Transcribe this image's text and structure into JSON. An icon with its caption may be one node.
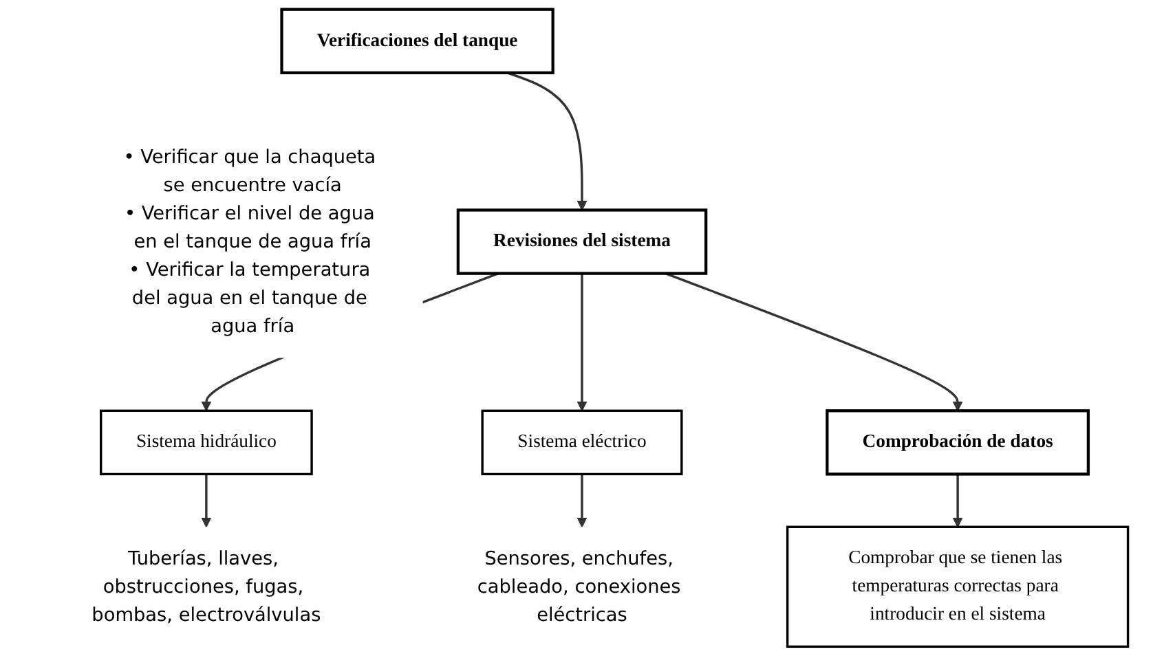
{
  "diagram": {
    "nodes": [
      {
        "text": [
          "Verificaciones del tanque"
        ],
        "beside": [
          "• Verificar que la chaqueta se encuentre vacía",
          "• Verificar el nivel de agua en el tanque de agua fría",
          "• Verificar la temperatura del agua en el tanque de agua fría"
        ]
      },
      {
        "text": [
          "Revisiones del sistema"
        ]
      },
      {
        "text": [
          "Sistema hidráulico"
        ]
      },
      {
        "text": [
          "Sistema eléctrico"
        ]
      },
      {
        "text": [
          "Tuberías, llaves, obstrucciones, fugas, bombas, electroválvulas"
        ]
      },
      {
        "text": [
          "Sensores, enchufes, cableado, conexiones eléctricas"
        ]
      },
      {
        "text": [
          "Comprobación de datos"
        ]
      },
      {
        "text": [
          "Comprobar que se tienen las temperaturas correctas para introducir en el sistema"
        ]
      }
    ],
    "edges": [
      {
        "from": 0,
        "to": 1,
        "arrow": "to"
      },
      {
        "from": 1,
        "to": 2,
        "arrow": "to"
      },
      {
        "from": 1,
        "to": 3,
        "arrow": "to"
      },
      {
        "from": 2,
        "to": 4,
        "arrow": "to"
      },
      {
        "from": 3,
        "to": 5,
        "arrow": "to"
      },
      {
        "from": 1,
        "to": 6,
        "arrow": "to"
      },
      {
        "from": 6,
        "to": 7,
        "arrow": "to"
      }
    ]
  }
}
